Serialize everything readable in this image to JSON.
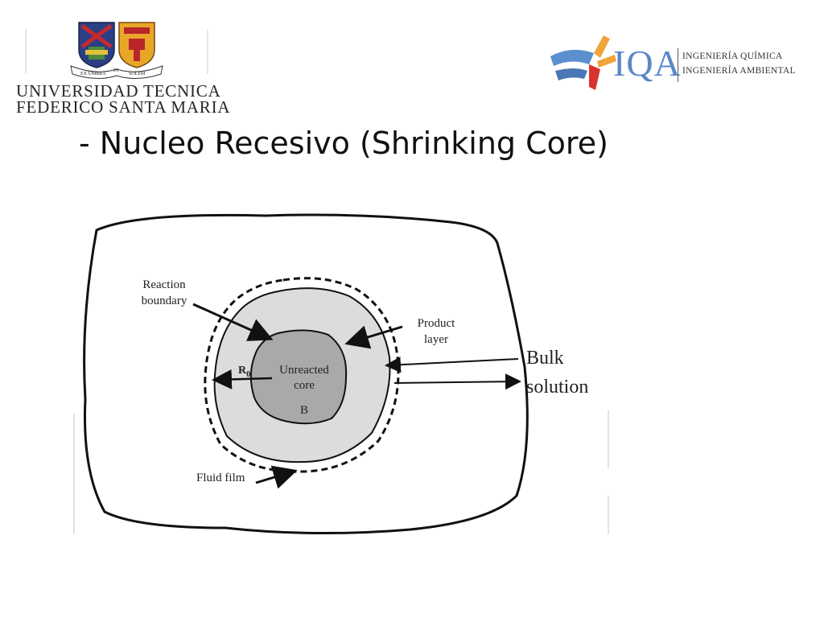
{
  "header": {
    "university_line1": "UNIVERSIDAD TECNICA",
    "university_line2": "FEDERICO SANTA MARIA",
    "crest_motto_left": "EX UMBRA",
    "crest_motto_mid": "IN",
    "crest_motto_right": "SOLEM",
    "iqa_acronym": "IQA",
    "iqa_line1": "INGENIERÍA QUÍMICA",
    "iqa_line2": "INGENIERÍA AMBIENTAL"
  },
  "slide": {
    "title": "- Nucleo Recesivo (Shrinking Core)"
  },
  "diagram": {
    "labels": {
      "reaction_boundary_1": "Reaction",
      "reaction_boundary_2": "boundary",
      "product_layer_1": "Product",
      "product_layer_2": "layer",
      "unreacted_core_1": "Unreacted",
      "unreacted_core_2": "core",
      "core_species": "B",
      "radius_symbol": "R",
      "radius_subscript": "0",
      "bulk_1": "Bulk",
      "bulk_2": "solution",
      "fluid_film": "Fluid film"
    },
    "colors": {
      "product_layer_fill": "#dcdcdc",
      "core_fill": "#a9a9a9",
      "stroke": "#111111"
    }
  }
}
